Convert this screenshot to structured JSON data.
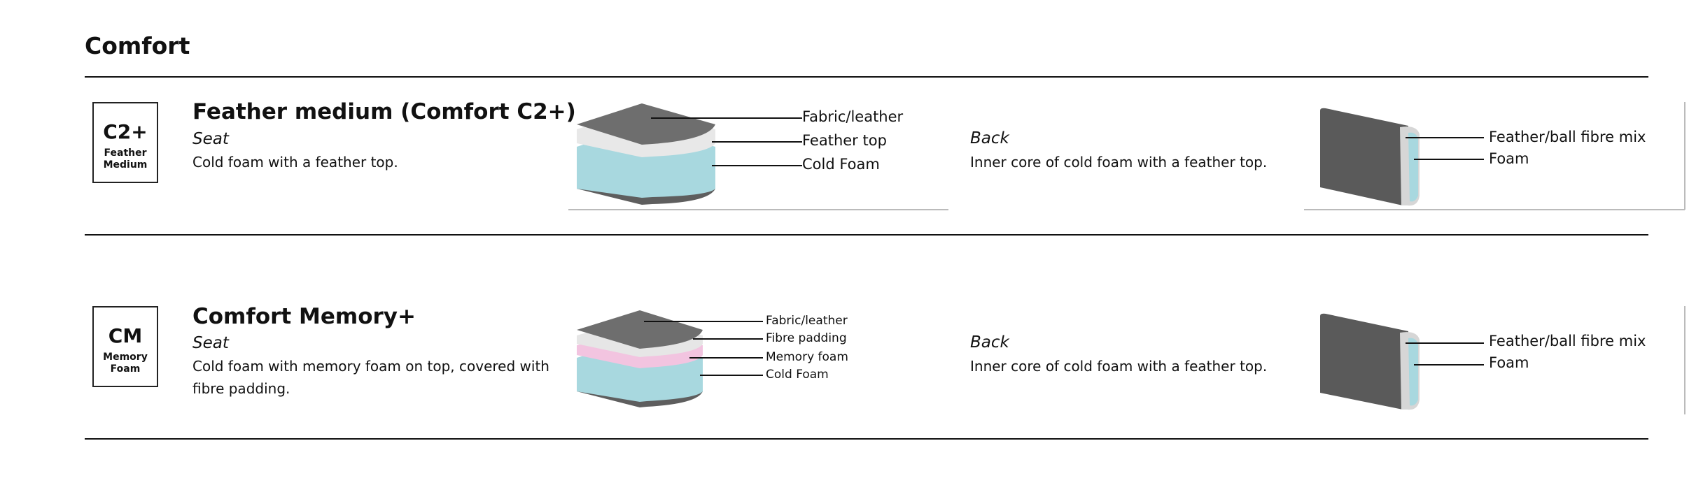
{
  "section_title": "Comfort",
  "rows": [
    {
      "badge_code": "C2+",
      "badge_sub1": "Feather",
      "badge_sub2": "Medium",
      "title": "Feather medium (Comfort C2+)",
      "seat_label": "Seat",
      "seat_desc": "Cold foam with a feather top.",
      "seat_layers": [
        "Fabric/leather",
        "Feather top",
        "Cold Foam"
      ],
      "back_label": "Back",
      "back_desc": "Inner core of cold foam with a feather top.",
      "back_layers": [
        "Feather/ball fibre mix",
        "Foam"
      ]
    },
    {
      "badge_code": "CM",
      "badge_sub1": "Memory",
      "badge_sub2": "Foam",
      "title": "Comfort Memory+",
      "seat_label": "Seat",
      "seat_desc_line1": "Cold foam with memory foam on top, covered with",
      "seat_desc_line2": "fibre padding.",
      "seat_layers": [
        "Fabric/leather",
        "Fibre padding",
        "Memory foam",
        "Cold Foam"
      ],
      "back_label": "Back",
      "back_desc": "Inner core of cold foam with a feather top.",
      "back_layers": [
        "Feather/ball fibre mix",
        "Foam"
      ]
    }
  ],
  "colors": {
    "fabric": "#6b6b6b",
    "feather": "#e6e6e6",
    "foam": "#a8d8df",
    "memory": "#f2c4e0"
  }
}
